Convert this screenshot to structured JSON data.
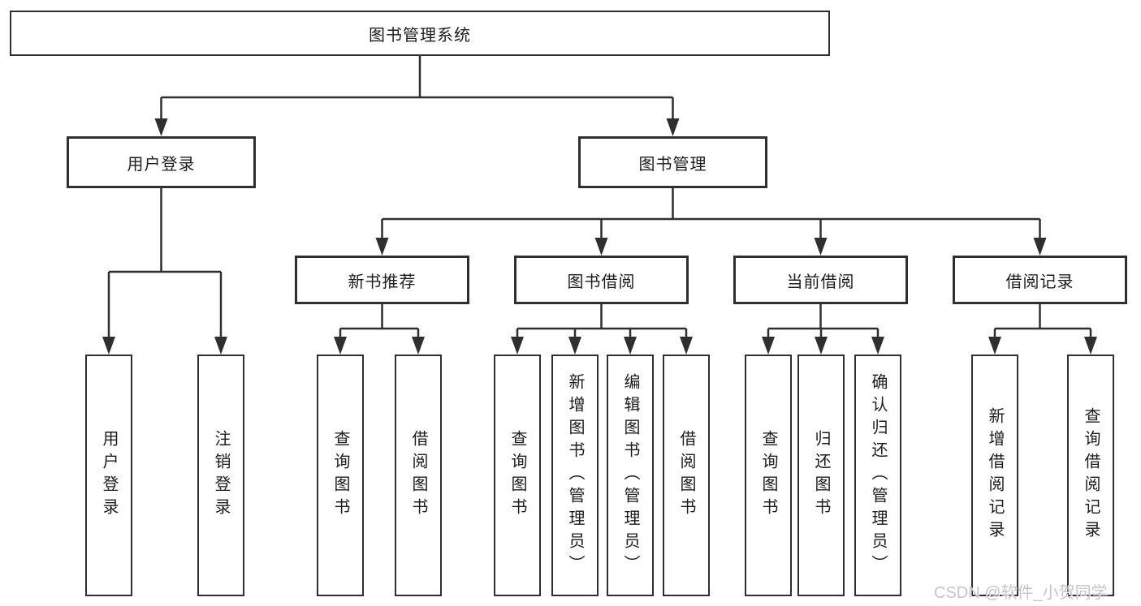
{
  "diagram": {
    "title": "图书管理系统",
    "root_label": "图书管理系统",
    "level2": {
      "user_login": "用户登录",
      "book_management": "图书管理"
    },
    "level3": {
      "new_book_recommend": "新书推荐",
      "book_borrow": "图书借阅",
      "current_borrow": "当前借阅",
      "borrow_record": "借阅记录"
    },
    "leaves": {
      "user_login_children": [
        "用户登录",
        "注销登录"
      ],
      "new_book_children": [
        "查询图书",
        "借阅图书"
      ],
      "book_borrow_children": [
        "查询图书",
        "新增图书（管理员）",
        "编辑图书（管理员）",
        "借阅图书"
      ],
      "current_borrow_children": [
        "查询图书",
        "归还图书",
        "确认归还（管理员）"
      ],
      "borrow_record_children": [
        "新增借阅记录",
        "查询借阅记录"
      ]
    }
  },
  "watermark": {
    "text": "CSDN @软件_小贺同学"
  },
  "colors": {
    "line": "#2f2f2f",
    "watermark": "#c5c5c5",
    "background": "#ffffff"
  }
}
